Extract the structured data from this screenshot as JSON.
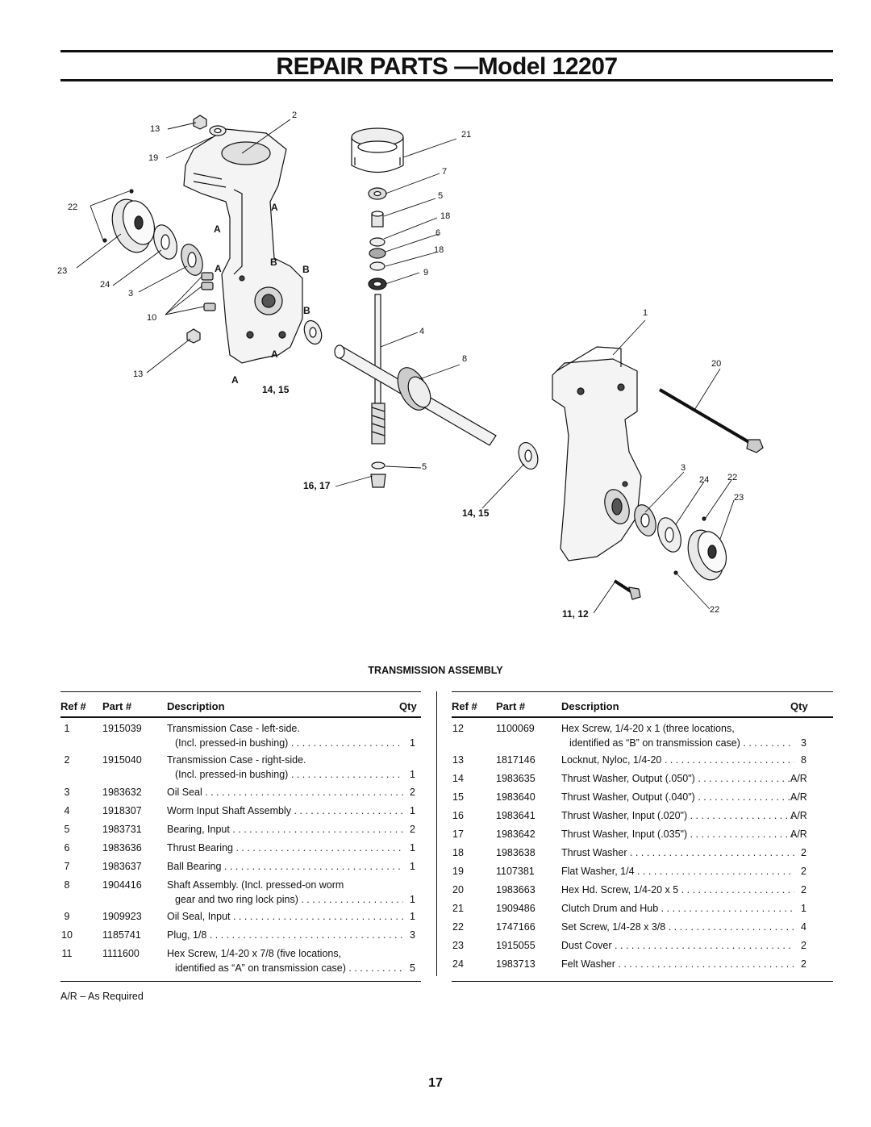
{
  "page": {
    "title": "REPAIR PARTS —Model 12207",
    "section_title": "TRANSMISSION ASSEMBLY",
    "footnote": "A/R – As Required",
    "page_number": "17"
  },
  "diagram": {
    "callouts": {
      "n2": "2",
      "n13a": "13",
      "n19": "19",
      "n22a": "22",
      "n23a": "23",
      "n24a": "24",
      "n3a": "3",
      "n10": "10",
      "n13b": "13",
      "n14a": "14, 15",
      "n21": "21",
      "n7": "7",
      "n5a": "5",
      "n18a": "18",
      "n6": "6",
      "n18b": "18",
      "n9": "9",
      "n1": "1",
      "n4": "4",
      "n8": "8",
      "n20": "20",
      "n5b": "5",
      "n16": "16, 17",
      "n3b": "3",
      "n24b": "24",
      "n22b": "22",
      "n23b": "23",
      "n14b": "14, 15",
      "n11": "11, 12",
      "n22c": "22",
      "la1": "A",
      "la2": "A",
      "la3": "A",
      "la4": "A",
      "la5": "A",
      "lb1": "B",
      "lb2": "B",
      "lb3": "B"
    }
  },
  "table": {
    "headers": {
      "ref": "Ref #",
      "part": "Part #",
      "description": "Description",
      "qty": "Qty"
    },
    "left": [
      {
        "ref": "1",
        "part": "1915039",
        "line1": "Transmission Case - left-side.",
        "line2": "(Incl. pressed-in bushing)",
        "qty": "1"
      },
      {
        "ref": "2",
        "part": "1915040",
        "line1": "Transmission Case - right-side.",
        "line2": "(Incl. pressed-in bushing)",
        "qty": "1"
      },
      {
        "ref": "3",
        "part": "1983632",
        "line1": "Oil Seal",
        "qty": "2"
      },
      {
        "ref": "4",
        "part": "1918307",
        "line1": "Worm Input Shaft Assembly",
        "qty": "1"
      },
      {
        "ref": "5",
        "part": "1983731",
        "line1": "Bearing, Input",
        "qty": "2"
      },
      {
        "ref": "6",
        "part": "1983636",
        "line1": "Thrust Bearing",
        "qty": "1"
      },
      {
        "ref": "7",
        "part": "1983637",
        "line1": "Ball Bearing",
        "qty": "1"
      },
      {
        "ref": "8",
        "part": "1904416",
        "line1": "Shaft Assembly.  (Incl. pressed-on worm",
        "line2": "gear and two ring lock pins)",
        "qty": "1"
      },
      {
        "ref": "9",
        "part": "1909923",
        "line1": "Oil Seal, Input",
        "qty": "1"
      },
      {
        "ref": "10",
        "part": "1185741",
        "line1": "Plug, 1/8",
        "qty": "3"
      },
      {
        "ref": "11",
        "part": "1111600",
        "line1": "Hex Screw, 1/4-20 x 7/8 (five locations,",
        "line2": "identified as “A” on transmission case)",
        "qty": "5"
      }
    ],
    "right": [
      {
        "ref": "12",
        "part": "1100069",
        "line1": "Hex Screw, 1/4-20 x 1 (three locations,",
        "line2": "identified as “B” on transmission case)",
        "qty": "3"
      },
      {
        "ref": "13",
        "part": "1817146",
        "line1": "Locknut, Nyloc, 1/4-20",
        "qty": "8"
      },
      {
        "ref": "14",
        "part": "1983635",
        "line1": "Thrust Washer, Output (.050\")",
        "qty": "A/R"
      },
      {
        "ref": "15",
        "part": "1983640",
        "line1": "Thrust Washer, Output (.040\")",
        "qty": "A/R"
      },
      {
        "ref": "16",
        "part": "1983641",
        "line1": "Thrust Washer, Input (.020\")",
        "qty": "A/R"
      },
      {
        "ref": "17",
        "part": "1983642",
        "line1": "Thrust Washer, Input (.035\")",
        "qty": "A/R"
      },
      {
        "ref": "18",
        "part": "1983638",
        "line1": "Thrust Washer",
        "qty": "2"
      },
      {
        "ref": "19",
        "part": "1107381",
        "line1": "Flat Washer, 1/4",
        "qty": "2"
      },
      {
        "ref": "20",
        "part": "1983663",
        "line1": "Hex Hd. Screw, 1/4-20 x 5",
        "qty": "2"
      },
      {
        "ref": "21",
        "part": "1909486",
        "line1": "Clutch Drum and Hub",
        "qty": "1"
      },
      {
        "ref": "22",
        "part": "1747166",
        "line1": "Set Screw, 1/4-28 x 3/8",
        "qty": "4"
      },
      {
        "ref": "23",
        "part": "1915055",
        "line1": "Dust Cover",
        "qty": "2"
      },
      {
        "ref": "24",
        "part": "1983713",
        "line1": "Felt Washer",
        "qty": "2"
      }
    ]
  }
}
